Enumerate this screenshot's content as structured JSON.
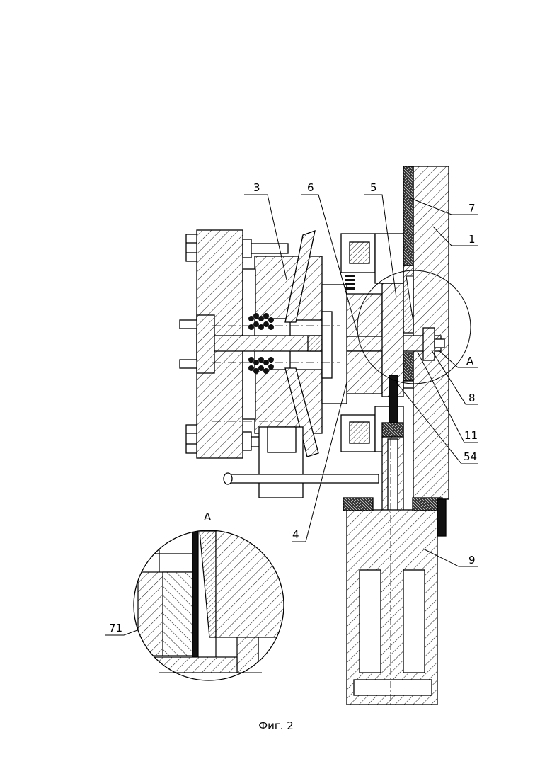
{
  "figure": {
    "caption": "Фиг. 2",
    "detail_label": "А",
    "labels": {
      "l3": "3",
      "l6": "6",
      "l5": "5",
      "l7": "7",
      "l1": "1",
      "lA": "А",
      "l8": "8",
      "l11": "11",
      "l54": "54",
      "l4": "4",
      "l9": "9",
      "l71": "71"
    }
  }
}
